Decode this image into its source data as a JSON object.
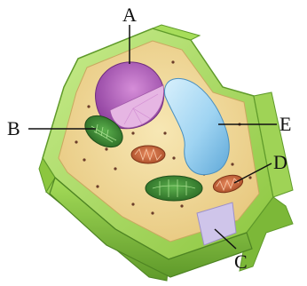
{
  "diagram": {
    "labels": {
      "a": "A",
      "b": "B",
      "c": "C",
      "d": "D",
      "e": "E"
    },
    "colors": {
      "cell_wall": "#8cc63f",
      "cell_wall_dark": "#5f9a2a",
      "cytoplasm": "#f1d99a",
      "nucleus": "#b05bbd",
      "nucleus_light": "#dca0d9",
      "vacuole": "#9fd4f2",
      "chloroplast": "#3e8b35",
      "mitochondrion": "#c76238",
      "membrane_gap": "#cfc5ea"
    }
  }
}
